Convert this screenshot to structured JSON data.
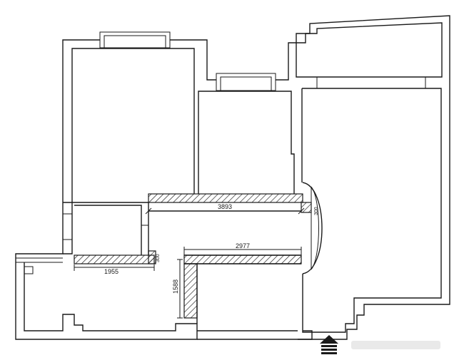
{
  "dimensions": {
    "d1": "3893",
    "d2": "2977",
    "d3": "1955",
    "d4": "1588",
    "d5": "300",
    "d6": "300"
  },
  "icons": {
    "entry": "entry-arrow-icon"
  }
}
